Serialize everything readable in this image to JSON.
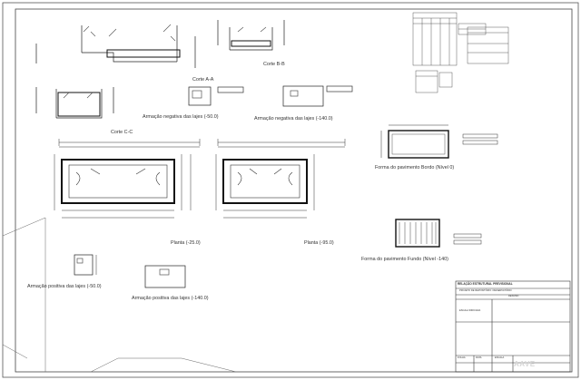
{
  "labels": {
    "corte_aa": "Corte A-A",
    "corte_bb": "Corte B-B",
    "corte_cc": "Corte C-C",
    "armacao_neg_50": "Armação negativa das lajes (-50.0)",
    "armacao_neg_140": "Armação negativa das lajes (-140.0)",
    "planta_25": "Planta (-25.0)",
    "planta_95": "Planta (-95.0)",
    "armacao_pos_50": "Armação positiva das lajes (-50.0)",
    "armacao_pos_140": "Armação positiva das lajes (-140.0)",
    "forma_bordo": "Forma do pavimento Bordo (Nível 0)",
    "forma_fundo": "Forma do pavimento Fundo (Nível -140)"
  },
  "title_block": {
    "heading": "RELAÇÃO ESTRUTURAL PREVISIONAL",
    "subheading": "PROJETO DE REPOSITÓRIO / RESERVATÓRIO",
    "section": "RESUMO",
    "notes": "ESCALA INDICADA",
    "sheet_label": "FOLHA",
    "date_label": "DATA",
    "scale_label": "ESCALA"
  },
  "watermark": "AAVE",
  "colors": {
    "line": "#2a2a2a",
    "rebar": "#111111",
    "thin": "#555555"
  }
}
